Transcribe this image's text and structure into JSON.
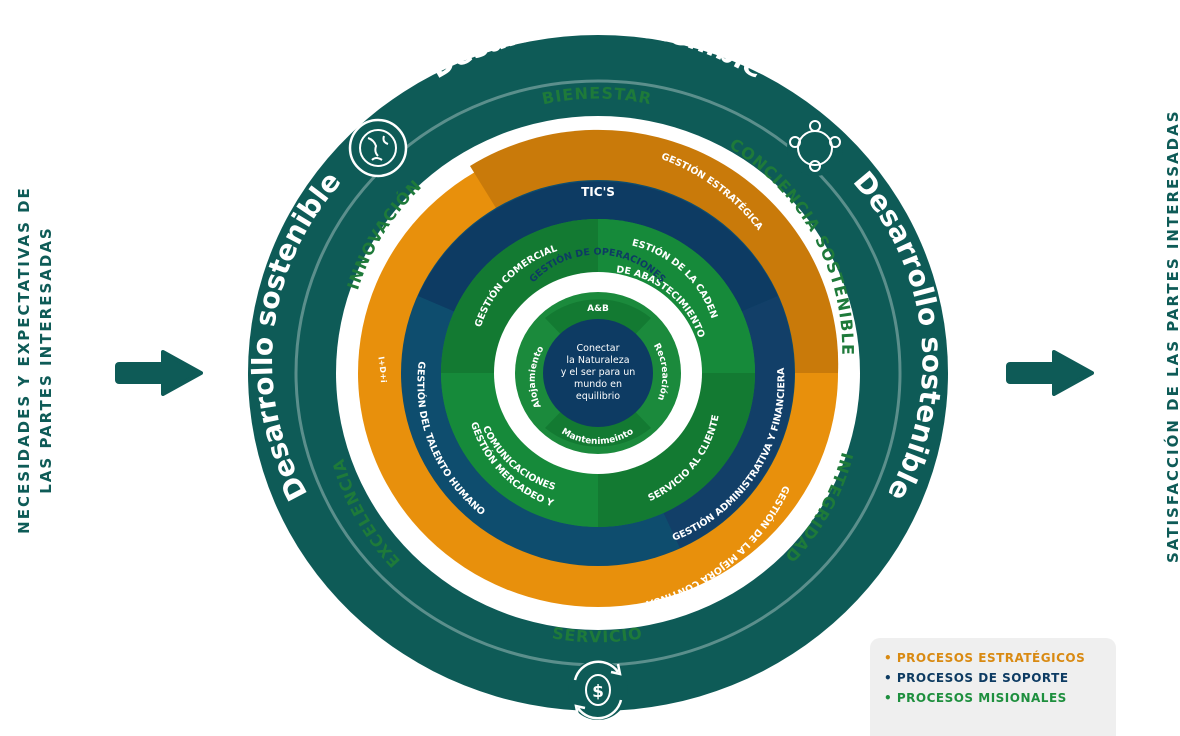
{
  "left_label": [
    "NECESIDADES Y EXPECTATIVAS DE",
    "LAS PARTES INTERESADAS"
  ],
  "right_label": "SATISFACCIÓN DE LAS PARTES INTERESADAS",
  "outer_ring": {
    "top": "Desarrollo sostenible",
    "left": "Desarrollo sostenible",
    "right": "Desarrollo sostenible",
    "icons": [
      "globe-icon",
      "people-circle-icon",
      "dollar-cycle-icon"
    ]
  },
  "values": {
    "bienestar": "BIENESTAR",
    "conciencia": "CONCIENCIA SOSTENIBLE",
    "integridad": "INTEGRIDAD",
    "servicio": "SERVICIO",
    "excelencia": "EXCELENCIA",
    "innovacion": "INNOVACIÓN"
  },
  "strategic": {
    "gestion_estrategica": "GESTIÓN ESTRATÉGICA",
    "mejora_continua": "GESTIÓN DE LA MEJORA CONTINUA",
    "idi": "I+D+i"
  },
  "support": {
    "tics": "TIC'S",
    "talento_humano": "GESTIÓN DEL TALENTO HUMANO",
    "administrativa": "GESTIÓN ADMINISTRATIVA Y FINANCIERA"
  },
  "missional": {
    "comercial": "GESTIÓN COMERCIAL",
    "abastecimiento": [
      "GESTIÓN DE LA CADENA",
      "DE ABASTECIMIENTO"
    ],
    "mercadeo": [
      "GESTIÓN MERCADEO Y",
      "COMUNICACIONES"
    ],
    "servicio_cliente": "SERVICIO AL CLIENTE"
  },
  "operations": {
    "title": "GESTIÓN DE OPERACIONES",
    "ab": "A&B",
    "recreacion": "Recreación",
    "mantenimiento": "Mantenimeinto",
    "alojamiento": "Alojamiento"
  },
  "center": [
    "Conectar",
    "la Naturaleza",
    "y el ser para un",
    "mundo en",
    "equilibrio"
  ],
  "legend": [
    {
      "label": "• PROCESOS ESTRATÉGICOS",
      "color": "#d98a12"
    },
    {
      "label": "• PROCESOS DE SOPORTE",
      "color": "#0d3b63"
    },
    {
      "label": "• PROCESOS MISIONALES",
      "color": "#1e8f3e"
    }
  ],
  "colors": {
    "dark_teal": "#0e5b57",
    "orange": "#e8900c",
    "orange_dark": "#c97a0a",
    "navy": "#0d3b63",
    "blue": "#0e4d6e",
    "green": "#1b8a3c",
    "green_dark": "#137a32",
    "value_green": "#1e7a3a"
  }
}
